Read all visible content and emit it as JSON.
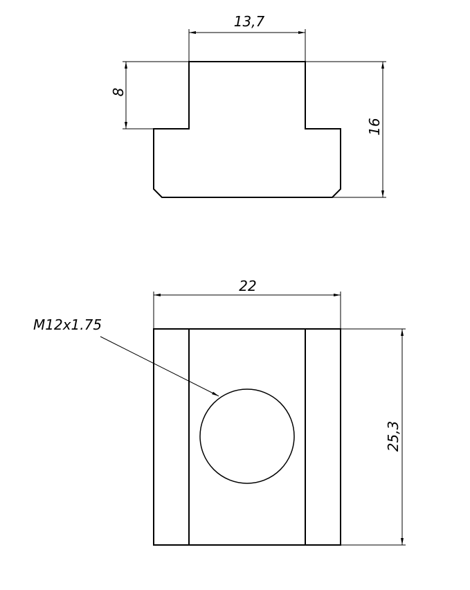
{
  "drawing": {
    "top_view": {
      "width_dim": "13,7",
      "step_height_dim": "8",
      "total_height_dim": "16"
    },
    "bottom_view": {
      "width_dim": "22",
      "length_dim": "25,3",
      "thread_label": "M12x1.75"
    }
  }
}
